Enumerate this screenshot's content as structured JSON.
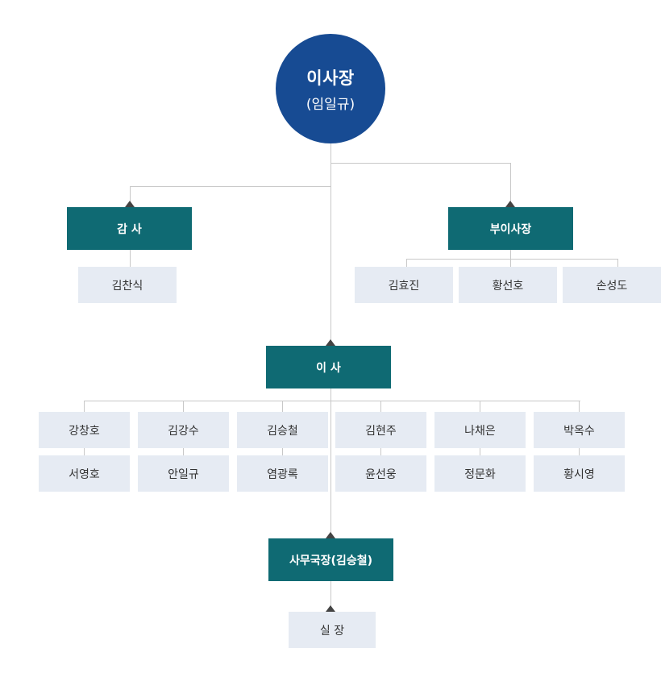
{
  "chairman": {
    "title": "이사장",
    "name": "(임일규)"
  },
  "auditor": {
    "title": "감 사",
    "members": [
      "김찬식"
    ]
  },
  "vice_chairman": {
    "title": "부이사장",
    "members": [
      "김효진",
      "황선호",
      "손성도"
    ]
  },
  "directors": {
    "title": "이 사",
    "members": [
      "강창호",
      "김강수",
      "김승철",
      "김현주",
      "나채은",
      "박옥수",
      "서영호",
      "안일규",
      "염광록",
      "윤선웅",
      "정문화",
      "황시영"
    ]
  },
  "secretary_general": {
    "title": "사무국장(김승철)"
  },
  "office_chief": {
    "title": "실 장"
  },
  "colors": {
    "circle": "#174b93",
    "box": "#0f6a73",
    "cell": "#e6ebf3",
    "line": "#c8c8c8"
  }
}
